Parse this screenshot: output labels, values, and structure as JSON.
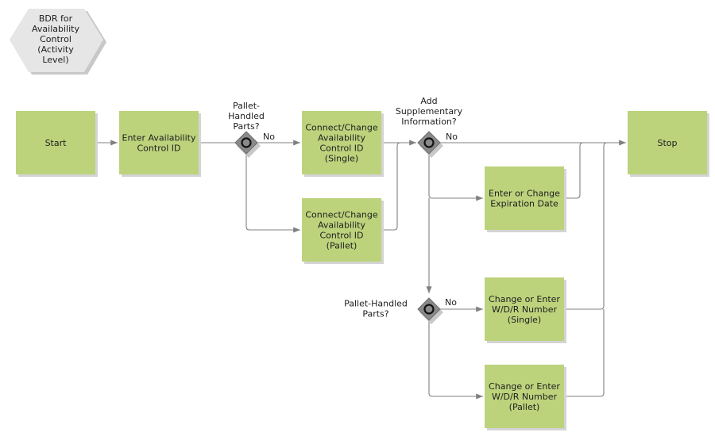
{
  "diagram": {
    "title_lines": [
      "BDR for",
      "Availability",
      "Control",
      "(Activity",
      "Level)"
    ],
    "nodes": {
      "start": [
        "Start"
      ],
      "enter_id": [
        "Enter Availability",
        "Control ID"
      ],
      "connect_single": [
        "Connect/Change",
        "Availability",
        "Control ID",
        "(Single)"
      ],
      "connect_pallet": [
        "Connect/Change",
        "Availability",
        "Control ID",
        "(Pallet)"
      ],
      "expiration": [
        "Enter or Change",
        "Expiration Date"
      ],
      "wdr_single": [
        "Change or Enter",
        "W/D/R Number",
        "(Single)"
      ],
      "wdr_pallet": [
        "Change or Enter",
        "W/D/R Number",
        "(Pallet)"
      ],
      "stop": [
        "Stop"
      ]
    },
    "gateways": {
      "pallet1": [
        "Pallet-",
        "Handled",
        "Parts?"
      ],
      "supplementary": [
        "Add",
        "Supplementary",
        "Information?"
      ],
      "pallet2": [
        "Pallet-Handled",
        "Parts?"
      ]
    },
    "edge_labels": {
      "pallet1_no": "No",
      "supplementary_no": "No",
      "pallet2_no": "No"
    }
  }
}
